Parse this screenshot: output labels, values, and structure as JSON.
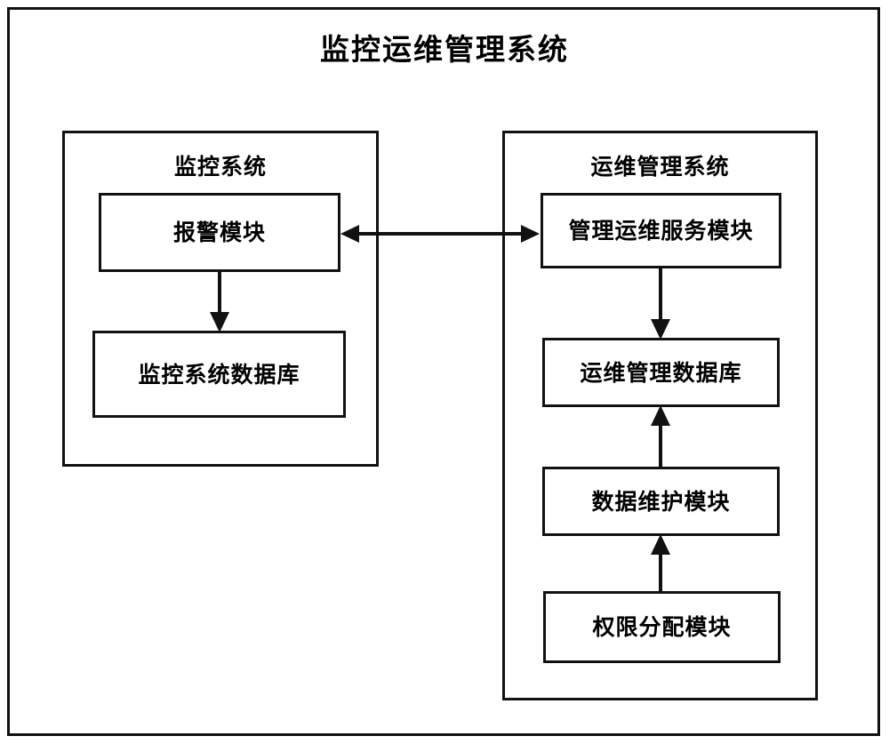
{
  "diagram": {
    "title": "监控运维管理系统",
    "panels": [
      {
        "id": "monitoring-system",
        "title": "监控系统",
        "boxes": [
          {
            "id": "alarm-module",
            "label": "报警模块"
          },
          {
            "id": "monitoring-database",
            "label": "监控系统数据库"
          }
        ]
      },
      {
        "id": "ops-management-system",
        "title": "运维管理系统",
        "boxes": [
          {
            "id": "ops-service-module",
            "label": "管理运维服务模块"
          },
          {
            "id": "ops-database",
            "label": "运维管理数据库"
          },
          {
            "id": "data-maintenance-module",
            "label": "数据维护模块"
          },
          {
            "id": "permission-allocation-module",
            "label": "权限分配模块"
          }
        ]
      }
    ],
    "connectors": [
      {
        "id": "alarm-to-service",
        "from": "报警模块",
        "to": "管理运维服务模块",
        "direction": "bidirectional"
      },
      {
        "id": "alarm-to-monitoring-db",
        "from": "报警模块",
        "to": "监控系统数据库",
        "direction": "down"
      },
      {
        "id": "service-to-ops-db",
        "from": "管理运维服务模块",
        "to": "运维管理数据库",
        "direction": "down"
      },
      {
        "id": "maintenance-to-ops-db",
        "from": "数据维护模块",
        "to": "运维管理数据库",
        "direction": "up"
      },
      {
        "id": "permission-to-maintenance",
        "from": "权限分配模块",
        "to": "数据维护模块",
        "direction": "up"
      }
    ],
    "colors": {
      "stroke": "#111111",
      "background": "#ffffff",
      "text": "#000000"
    }
  }
}
